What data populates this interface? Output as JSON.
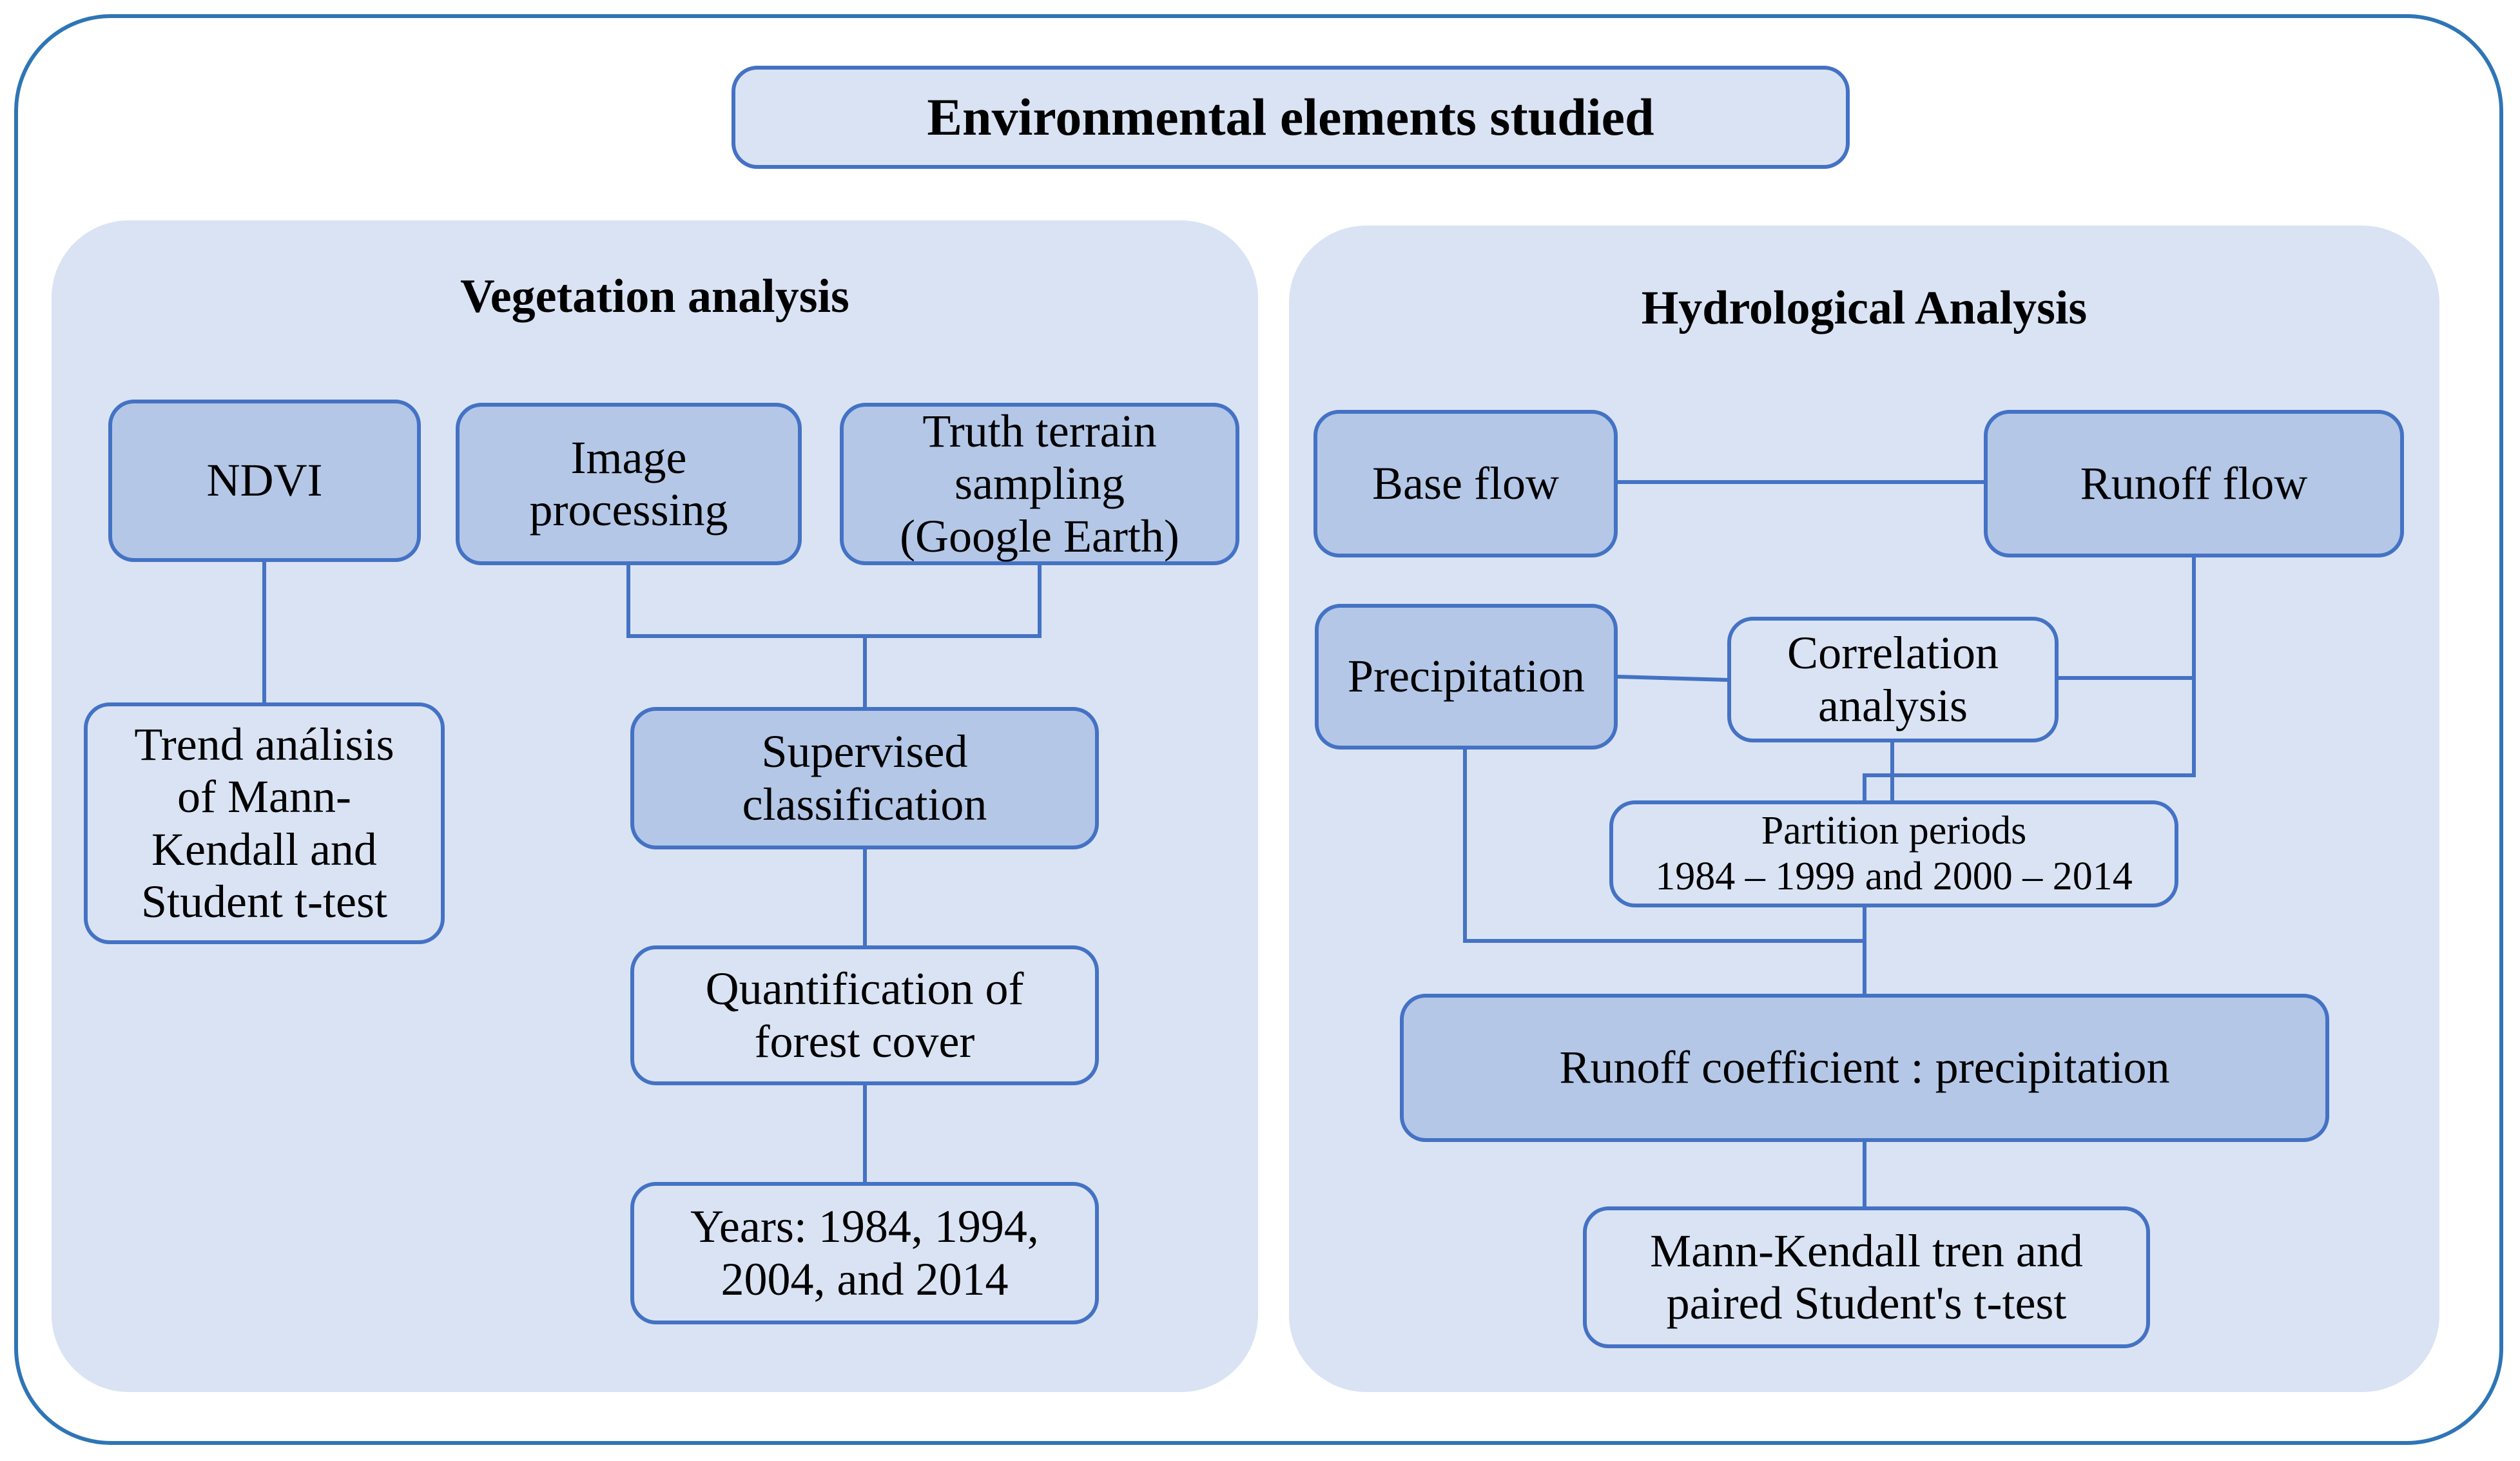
{
  "title": "Environmental elements studied",
  "vegetation": {
    "heading": "Vegetation analysis",
    "ndvi": "NDVI",
    "image_processing": "Image\nprocessing",
    "truth_terrain": "Truth terrain\nsampling\n(Google Earth)",
    "trend": "Trend análisis\nof Mann-\nKendall and\nStudent t-test",
    "supervised": "Supervised\nclassification",
    "quantification": "Quantification  of\nforest cover",
    "years": "Years: 1984, 1994,\n2004, and 2014"
  },
  "hydrology": {
    "heading": "Hydrological Analysis",
    "base_flow": "Base flow",
    "runoff_flow": "Runoff flow",
    "precipitation": "Precipitation",
    "correlation": "Correlation\nanalysis",
    "partition": "Partition periods\n1984 – 1999 and 2000 – 2014",
    "runoff_coefficient": "Runoff coefficient  : precipitation",
    "mann_kendall": "Mann-Kendall tren and\npaired Student's t-test"
  },
  "colors": {
    "border": "#4472c4",
    "frame": "#2e75b6",
    "panel": "#dae3f3",
    "dark_box": "#b4c7e7"
  }
}
